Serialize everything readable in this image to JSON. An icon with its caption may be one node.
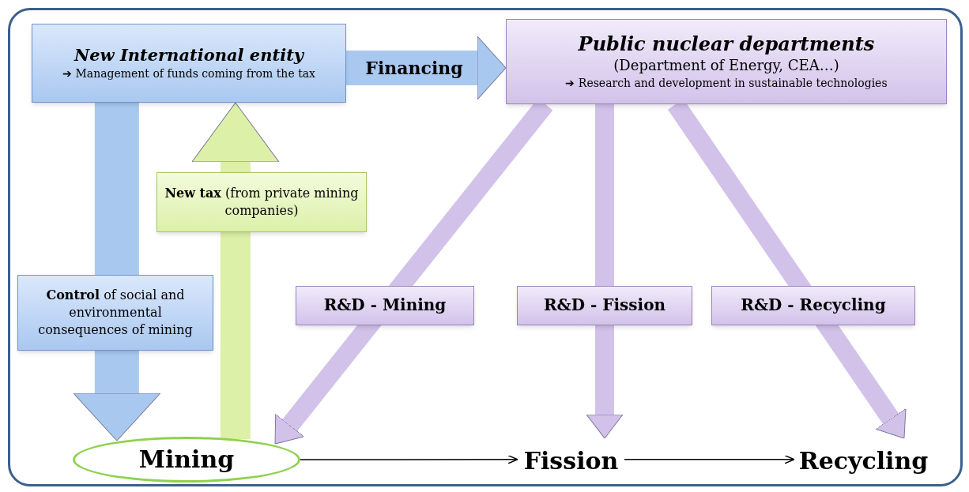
{
  "diagram": {
    "nodes": [
      {
        "text": [
          "New International entity",
          "➔ Management of funds coming from the tax"
        ]
      },
      {
        "text": [
          "Public nuclear departments",
          "(Department of Energy, CEA…)",
          "➔ Research and development in sustainable technologies"
        ]
      },
      {
        "text": [
          "Mining"
        ]
      },
      {
        "text": [
          "Fission"
        ]
      },
      {
        "text": [
          "Recycling"
        ]
      }
    ],
    "edges": [
      {
        "from": 0,
        "to": 1,
        "arrow": "to",
        "label": "Financing",
        "style": "thick",
        "color": "#a9c8f0"
      },
      {
        "from": 0,
        "to": 2,
        "arrow": "to",
        "label": "**Control** of social and environmental consequences of mining",
        "style": "thick",
        "color": "#a9c8f0"
      },
      {
        "from": 2,
        "to": 0,
        "arrow": "to",
        "label": "**New tax** (from private mining companies)",
        "color": "#dcf0a8"
      },
      {
        "from": 1,
        "to": 2,
        "arrow": "to",
        "label": "R&D - Mining",
        "color": "#d2c2ea"
      },
      {
        "from": 1,
        "to": 3,
        "arrow": "to",
        "label": "R&D - Fission",
        "color": "#d2c2ea"
      },
      {
        "from": 1,
        "to": 4,
        "arrow": "to",
        "label": "R&D - Recycling",
        "color": "#d2c2ea"
      },
      {
        "from": 2,
        "to": 3,
        "arrow": "to",
        "color": "#000000"
      },
      {
        "from": 3,
        "to": 4,
        "arrow": "to",
        "color": "#000000"
      }
    ]
  }
}
